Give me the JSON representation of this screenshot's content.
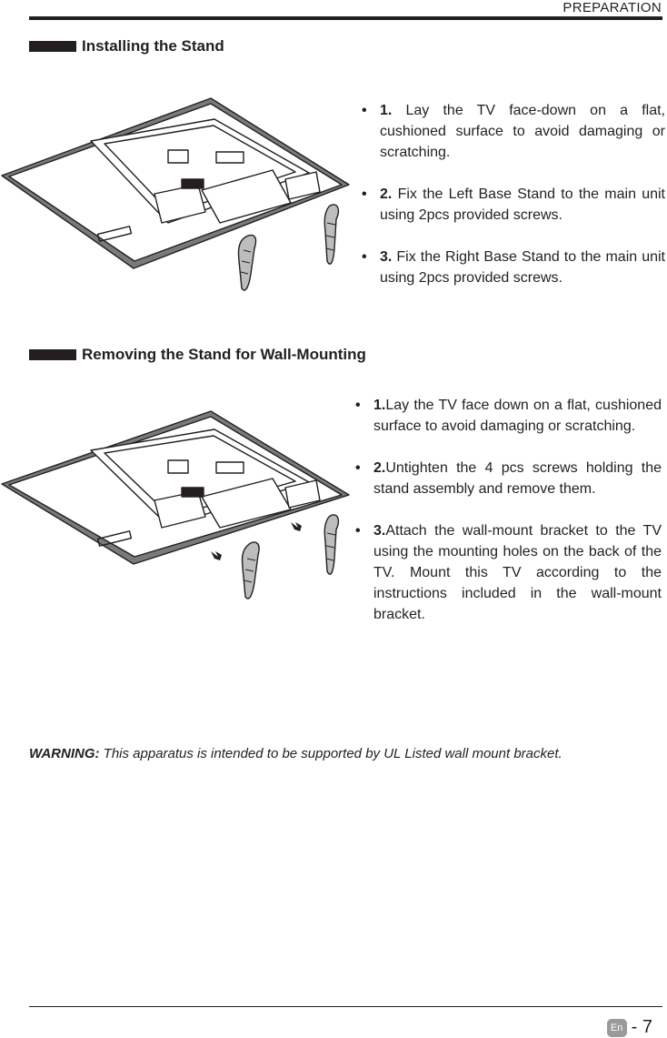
{
  "header": {
    "section_label": "PREPARATION"
  },
  "section1": {
    "title": "Installing the Stand",
    "steps": [
      {
        "num": "1.",
        "text": " Lay the TV face-down on a flat, cushioned surface to avoid damaging or scratching."
      },
      {
        "num": "2.",
        "text": " Fix the Left Base Stand to the main unit using 2pcs provided screws."
      },
      {
        "num": "3.",
        "text": " Fix the Right Base Stand to the main unit using 2pcs provided screws."
      }
    ]
  },
  "section2": {
    "title": "Removing the Stand for Wall-Mounting",
    "steps": [
      {
        "num": "1.",
        "text": "Lay the TV face down on a flat, cushioned surface to avoid damaging or scratching."
      },
      {
        "num": "2.",
        "text": "Untighten the 4 pcs screws holding the stand assembly and remove them."
      },
      {
        "num": "3.",
        "text": "Attach the wall-mount bracket to the TV using the mounting holes on the back of the TV. Mount this TV according to the instructions included in the wall-mount bracket."
      }
    ]
  },
  "warning": {
    "label": "WARNING:",
    "text": " This apparatus is intended to be supported by UL Listed wall mount bracket."
  },
  "footer": {
    "lang_badge": "En",
    "page_number": "- 7"
  }
}
